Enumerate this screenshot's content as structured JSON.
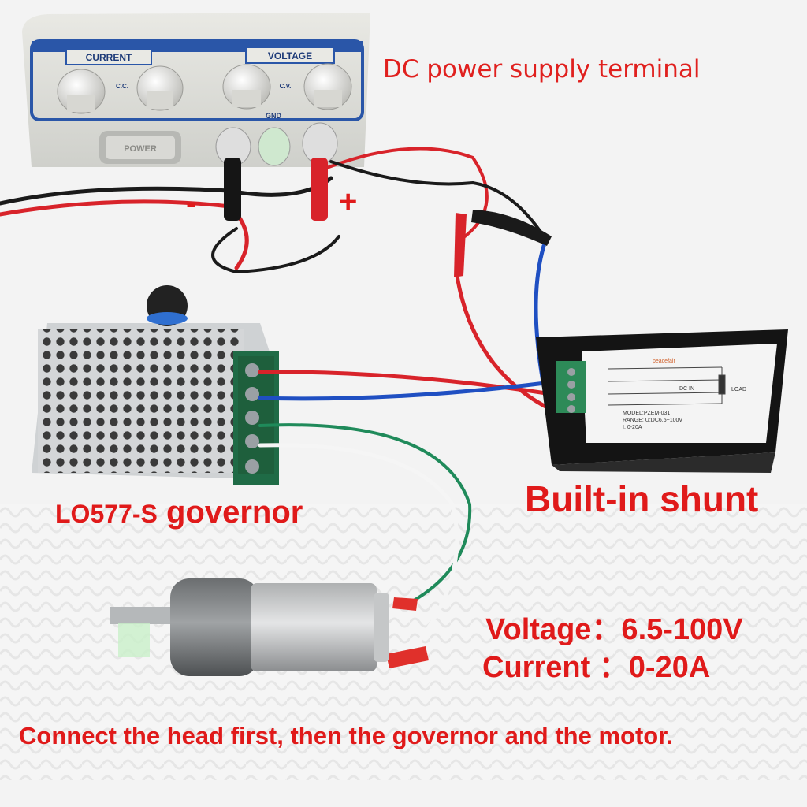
{
  "labels": {
    "supply_title": "DC power supply terminal",
    "minus_sign": "-",
    "plus_sign": "+",
    "governor_model": "LO577-S",
    "governor_word": "governor",
    "shunt": "Built-in shunt",
    "voltage_spec": "Voltage：6.5-100V",
    "current_spec": "Current ：0-20A",
    "instruction": "Connect the head first, then the governor and the motor."
  },
  "psu": {
    "current_section": "CURRENT",
    "voltage_section": "VOLTAGE",
    "power_button": "POWER",
    "cc_label": "C.C.",
    "cv_label": "C.V.",
    "gnd_label": "GND"
  },
  "meter": {
    "brand": "peacefair",
    "dc_in": "DC IN",
    "load": "LOAD",
    "model_line": "MODEL:PZEM-031",
    "range_line": "RANGE: U:DC6.5~100V",
    "current_line": "I: 0-20A"
  },
  "colors": {
    "label_red": "#e01a1a",
    "panel_blue": "#2a56a8",
    "wire_red": "#d8232a",
    "wire_black": "#1a1a1a",
    "wire_blue": "#1f4fc2",
    "wire_green": "#1f8a5a"
  }
}
